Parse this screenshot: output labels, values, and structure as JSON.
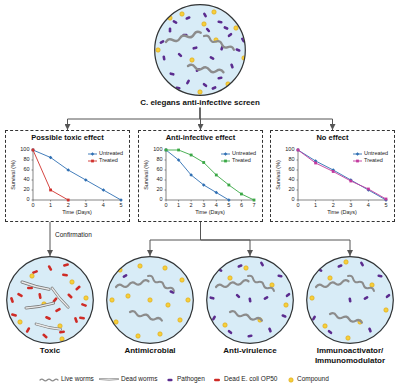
{
  "diagram": {
    "nodes": [
      {
        "text": [
          "C. elegans anti-infective screen"
        ]
      },
      {
        "text": [
          "Possible toxic effect"
        ]
      },
      {
        "text": [
          "Anti-infective effect"
        ]
      },
      {
        "text": [
          "No effect"
        ]
      },
      {
        "text": [
          "Toxic"
        ]
      },
      {
        "text": [
          "Antimicrobial"
        ]
      },
      {
        "text": [
          "Anti-virulence"
        ]
      },
      {
        "text": [
          "Immunoactivator/ Immunomodulator"
        ]
      }
    ],
    "edges": [
      {
        "from": 0,
        "to": 1,
        "arrow": "to"
      },
      {
        "from": 0,
        "to": 2,
        "arrow": "to"
      },
      {
        "from": 0,
        "to": 3,
        "arrow": "to"
      },
      {
        "from": 1,
        "to": 4,
        "label": "Confirmation",
        "arrow": "to"
      },
      {
        "from": 2,
        "to": 5,
        "arrow": "to"
      },
      {
        "from": 2,
        "to": 6,
        "arrow": "to"
      },
      {
        "from": 2,
        "to": 7,
        "arrow": "to"
      }
    ],
    "labels": [
      "Survival (%)",
      "100",
      "80",
      "60",
      "40",
      "20",
      "0",
      "0",
      "1",
      "2",
      "3",
      "4",
      "5",
      "Time (Days)",
      "Untreated",
      "Treated",
      "Survival (%)",
      "100",
      "80",
      "60",
      "40",
      "20",
      "0",
      "0",
      "1",
      "2",
      "3",
      "4",
      "5",
      "6",
      "7",
      "Time (Days)",
      "Untreated",
      "Treated",
      "Survival (%)",
      "100",
      "80",
      "60",
      "40",
      "20",
      "0",
      "0",
      "1",
      "2",
      "3",
      "4",
      "5",
      "Time (Days)",
      "Untreated",
      "Treated"
    ],
    "legend": [
      {
        "text": "Live worms"
      },
      {
        "text": "Dead worms"
      },
      {
        "text": "Pathogen"
      },
      {
        "text": "Dead E. coli OP50"
      },
      {
        "text": "Compound"
      }
    ]
  }
}
